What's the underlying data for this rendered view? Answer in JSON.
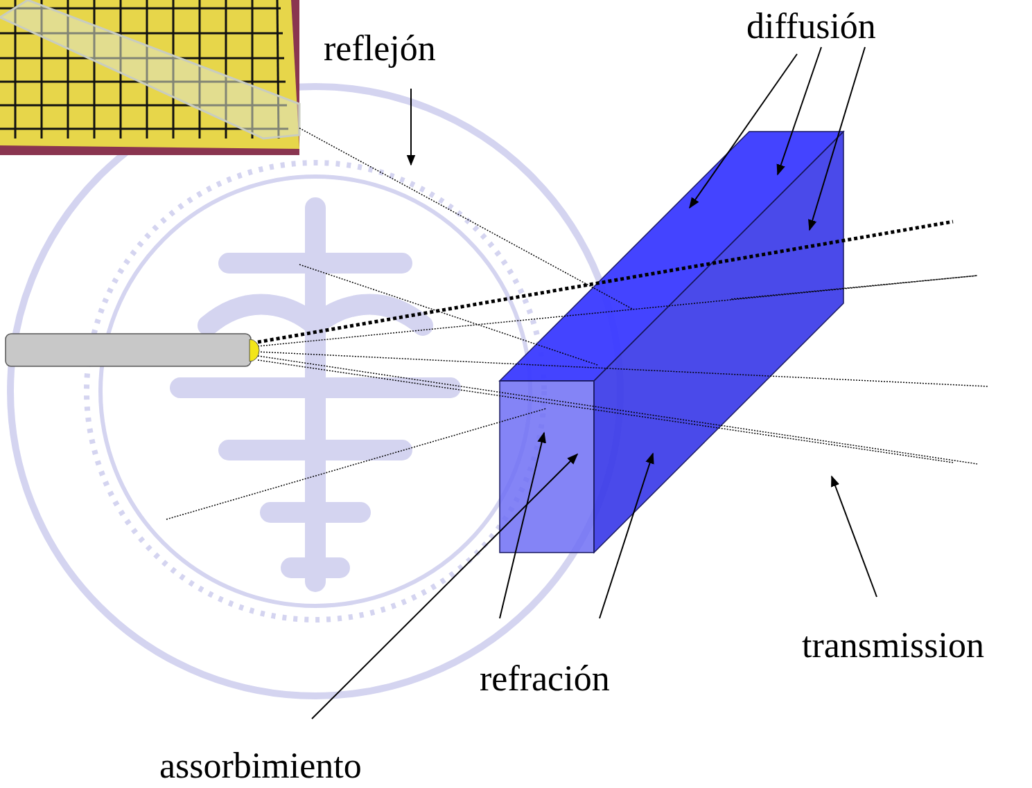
{
  "diagram": {
    "labels": [
      "reflejón",
      "diffusión",
      "transmission",
      "refración",
      "assorbimiento"
    ]
  }
}
